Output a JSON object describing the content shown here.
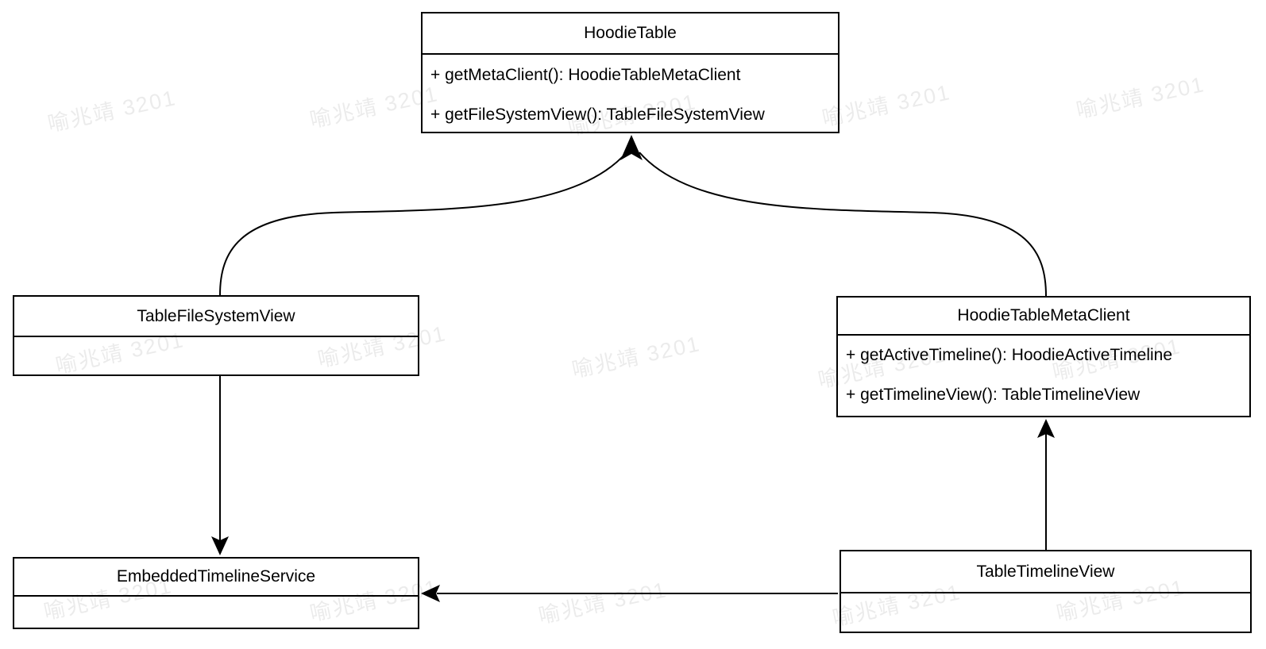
{
  "diagram": {
    "type": "uml-class-diagram",
    "classes": [
      {
        "name": "HoodieTable",
        "methods": [
          "+ getMetaClient(): HoodieTableMetaClient",
          "+ getFileSystemView(): TableFileSystemView"
        ]
      },
      {
        "name": "TableFileSystemView",
        "methods": []
      },
      {
        "name": "HoodieTableMetaClient",
        "methods": [
          "+ getActiveTimeline(): HoodieActiveTimeline",
          "+ getTimelineView(): TableTimelineView"
        ]
      },
      {
        "name": "EmbeddedTimelineService",
        "methods": []
      },
      {
        "name": "TableTimelineView",
        "methods": []
      }
    ],
    "relations": [
      {
        "from": "TableFileSystemView",
        "to": "HoodieTable",
        "style": "curved-arrow"
      },
      {
        "from": "HoodieTableMetaClient",
        "to": "HoodieTable",
        "style": "curved-arrow"
      },
      {
        "from": "TableFileSystemView",
        "to": "EmbeddedTimelineService",
        "style": "straight-arrow"
      },
      {
        "from": "TableTimelineView",
        "to": "HoodieTableMetaClient",
        "style": "straight-arrow"
      },
      {
        "from": "TableTimelineView",
        "to": "EmbeddedTimelineService",
        "style": "straight-arrow"
      }
    ]
  },
  "watermark": {
    "text": "喻兆靖 3201"
  },
  "colors": {
    "line": "#000000",
    "text": "#000000",
    "box_background": "#ffffff",
    "page_background": "#ffffff",
    "watermark": "#ebebeb"
  }
}
